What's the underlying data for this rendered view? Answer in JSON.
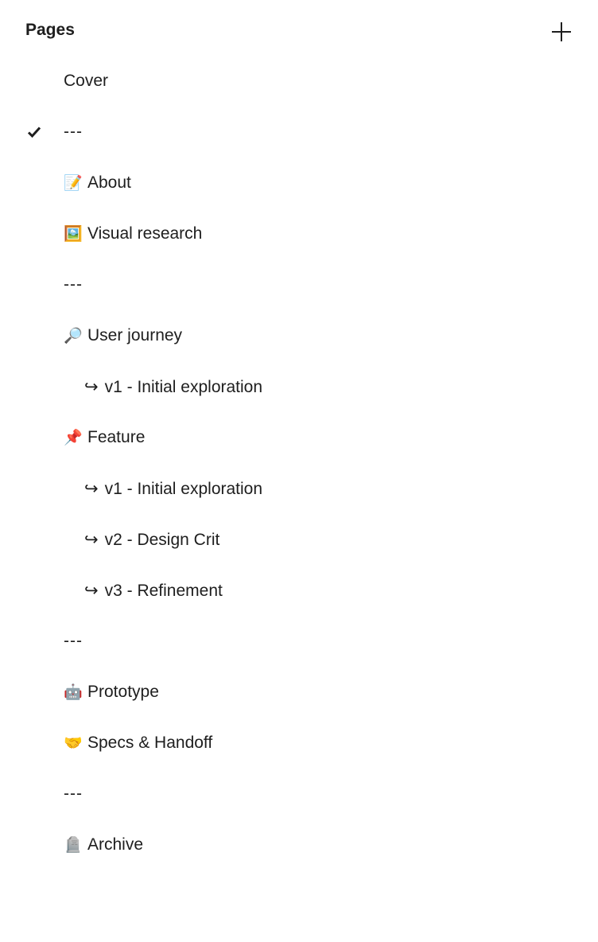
{
  "header": {
    "title": "Pages",
    "add_icon": "plus-icon"
  },
  "pages": [
    {
      "label": "Cover",
      "icon": "",
      "sub": false,
      "selected": false
    },
    {
      "label": "---",
      "icon": "",
      "sub": false,
      "selected": true
    },
    {
      "label": "About",
      "icon": "📝",
      "sub": false,
      "selected": false
    },
    {
      "label": "Visual research",
      "icon": "🖼️",
      "sub": false,
      "selected": false
    },
    {
      "label": "---",
      "icon": "",
      "sub": false,
      "selected": false
    },
    {
      "label": "User journey",
      "icon": "🔎",
      "sub": false,
      "selected": false
    },
    {
      "label": "v1 - Initial exploration",
      "icon": "↪",
      "sub": true,
      "selected": false
    },
    {
      "label": "Feature",
      "icon": "📌",
      "sub": false,
      "selected": false
    },
    {
      "label": "v1 - Initial exploration",
      "icon": "↪",
      "sub": true,
      "selected": false
    },
    {
      "label": "v2 - Design Crit",
      "icon": "↪",
      "sub": true,
      "selected": false
    },
    {
      "label": "v3 - Refinement",
      "icon": "↪",
      "sub": true,
      "selected": false
    },
    {
      "label": "---",
      "icon": "",
      "sub": false,
      "selected": false
    },
    {
      "label": "Prototype",
      "icon": "🤖",
      "sub": false,
      "selected": false
    },
    {
      "label": "Specs & Handoff",
      "icon": "🤝",
      "sub": false,
      "selected": false
    },
    {
      "label": "---",
      "icon": "",
      "sub": false,
      "selected": false
    },
    {
      "label": "Archive",
      "icon": "🪦",
      "sub": false,
      "selected": false
    }
  ]
}
